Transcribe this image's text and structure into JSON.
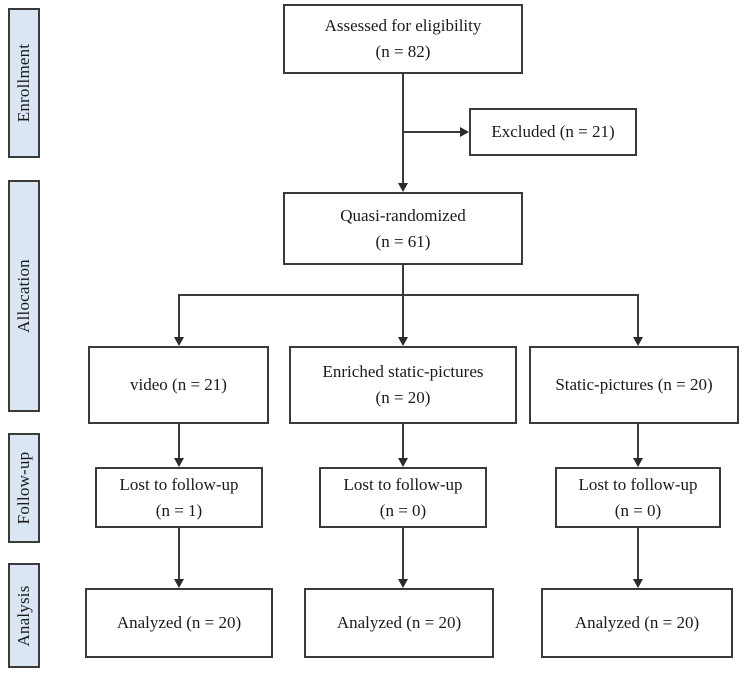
{
  "stages": {
    "enrollment": "Enrollment",
    "allocation": "Allocation",
    "follow_up": "Follow-up",
    "analysis": "Analysis"
  },
  "enrollment": {
    "assessed": {
      "title": "Assessed for eligibility",
      "count": "(n = 82)"
    },
    "excluded": "Excluded (n = 21)"
  },
  "allocation": {
    "randomized": {
      "title": "Quasi-randomized",
      "count": "(n = 61)"
    },
    "groups": [
      {
        "title": "video (n = 21)",
        "count": ""
      },
      {
        "title": "Enriched static-pictures",
        "count": "(n = 20)"
      },
      {
        "title": "Static-pictures (n = 20)",
        "count": ""
      }
    ]
  },
  "follow_up": [
    {
      "title": "Lost to follow-up",
      "count": "(n = 1)"
    },
    {
      "title": "Lost to follow-up",
      "count": "(n = 0)"
    },
    {
      "title": "Lost to follow-up",
      "count": "(n = 0)"
    }
  ],
  "analysis": [
    "Analyzed (n = 20)",
    "Analyzed (n = 20)",
    "Analyzed (n = 20)"
  ],
  "colors": {
    "stage_fill": "#dbe6f4",
    "border": "#3a3a3a"
  }
}
